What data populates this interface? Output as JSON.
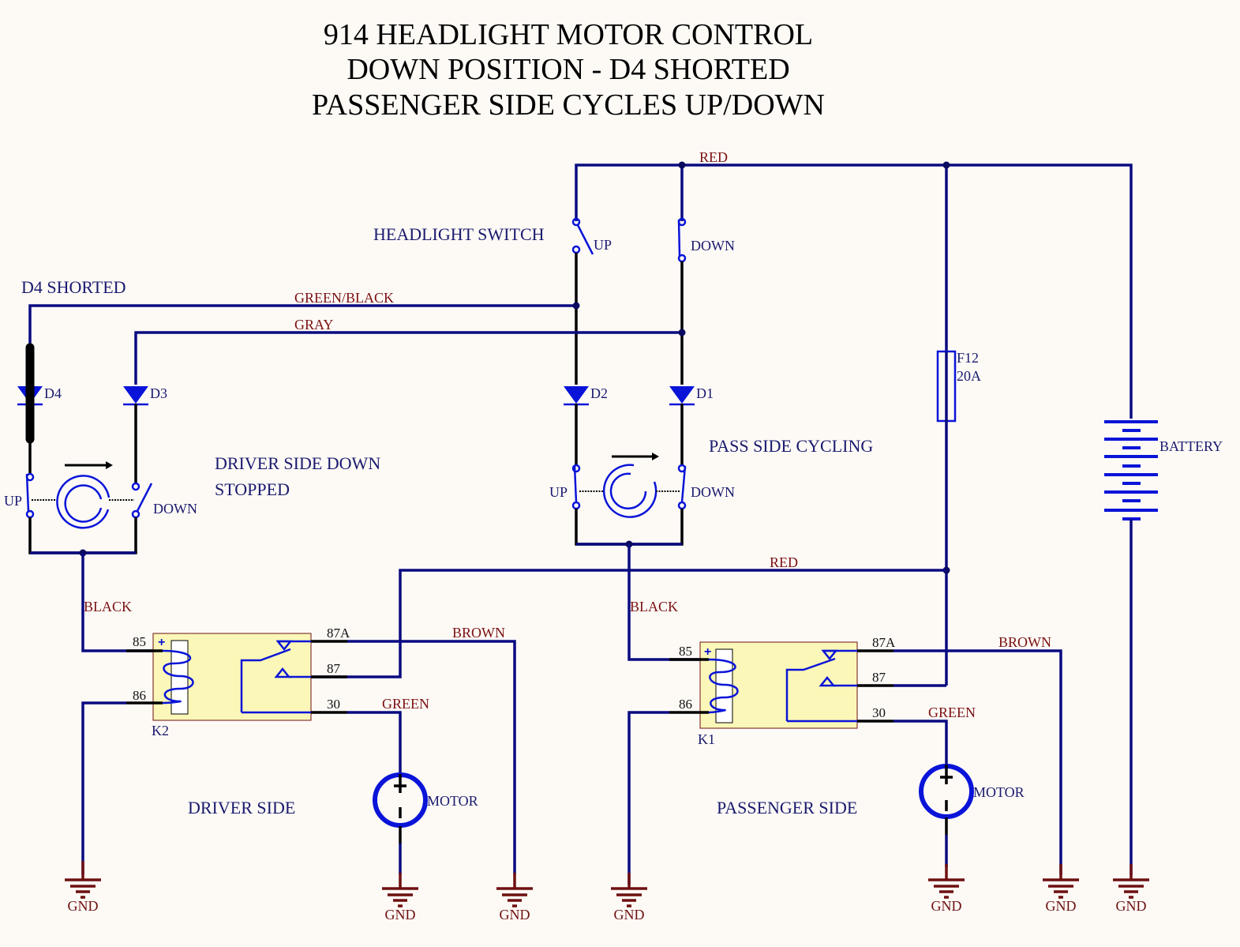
{
  "title": {
    "line1": "914 HEADLIGHT MOTOR CONTROL",
    "line2": "DOWN POSITION - D4 SHORTED",
    "line3": "PASSENGER SIDE CYCLES UP/DOWN"
  },
  "labels": {
    "headlight_switch": "HEADLIGHT SWITCH",
    "d4_shorted": "D4 SHORTED",
    "driver_status_1": "DRIVER SIDE DOWN",
    "driver_status_2": "STOPPED",
    "pass_status": "PASS SIDE CYCLING",
    "driver_side": "DRIVER SIDE",
    "passenger_side": "PASSENGER SIDE",
    "battery": "BATTERY",
    "fuse_name": "F12",
    "fuse_rating": "20A",
    "motor": "MOTOR",
    "gnd": "GND",
    "up": "UP",
    "down": "DOWN"
  },
  "wires": {
    "red": "RED",
    "green_black": "GREEN/BLACK",
    "gray": "GRAY",
    "black": "BLACK",
    "brown": "BROWN",
    "green": "GREEN"
  },
  "diodes": [
    "D4",
    "D3",
    "D2",
    "D1"
  ],
  "relays": {
    "k2": {
      "name": "K2",
      "pins": {
        "p85": "85",
        "p86": "86",
        "p87a": "87A",
        "p87": "87",
        "p30": "30"
      }
    },
    "k1": {
      "name": "K1",
      "pins": {
        "p85": "85",
        "p86": "86",
        "p87a": "87A",
        "p87": "87",
        "p30": "30"
      }
    }
  }
}
